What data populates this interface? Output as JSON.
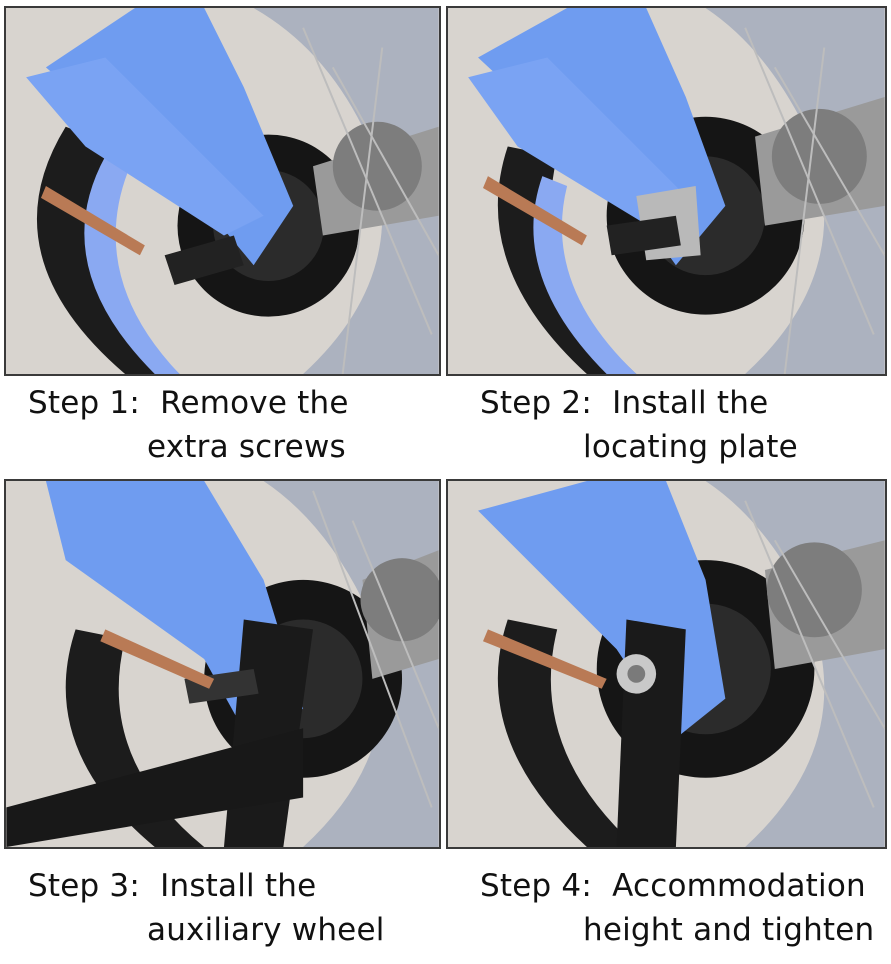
{
  "steps": [
    {
      "label": "Step 1:",
      "line1": "Remove the",
      "line2": "extra screws"
    },
    {
      "label": "Step 2:",
      "line1": "Install the",
      "line2": "locating plate"
    },
    {
      "label": "Step 3:",
      "line1": "Install the",
      "line2": "auxiliary wheel"
    },
    {
      "label": "Step 4:",
      "line1": "Accommodation",
      "line2": "height and tighten"
    }
  ],
  "colors": {
    "frame": "#6f9cf0",
    "tire": "#1b1b1b",
    "background": "#d9d6d2",
    "metal": "#8f8f8f"
  }
}
